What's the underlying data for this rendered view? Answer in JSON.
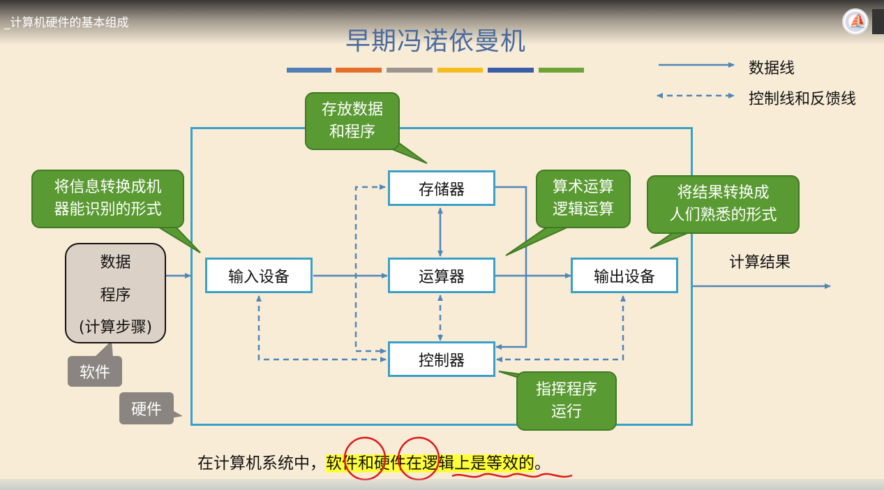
{
  "video_title": "_计算机硬件的基本组成",
  "title": "早期冯诺依曼机",
  "palette": [
    "#4f7fb4",
    "#e56f2a",
    "#9c9490",
    "#f6bb1e",
    "#3a5ca6",
    "#6ea339"
  ],
  "legend": {
    "data_line": "数据线",
    "control_line": "控制线和反馈线"
  },
  "components": {
    "memory": "存储器",
    "input": "输入设备",
    "alu": "运算器",
    "output": "输出设备",
    "controller": "控制器"
  },
  "callouts": {
    "memory_note": "存放数据\n和程序",
    "input_note": "将信息转换成机\n器能识别的形式",
    "alu_note": "算术运算\n逻辑运算",
    "output_note": "将结果转换成\n人们熟悉的形式",
    "controller_note": "指挥程序\n运行"
  },
  "input_data": {
    "line1": "数据",
    "line2": "程序",
    "line3": "(计算步骤)"
  },
  "labels": {
    "software": "软件",
    "hardware": "硬件",
    "result": "计算结果"
  },
  "caption": {
    "prefix": "在计算机系统中，",
    "software": "软件",
    "and": "和",
    "hardware": "硬件",
    "suffix": "在逻辑上是等效的",
    "end": "。"
  },
  "colors": {
    "box_border": "#3aa0c7",
    "arrow": "#4f86b8",
    "callout_green": "#5a9a32",
    "highlight": "#ffff3a",
    "annotation_red": "#e01818"
  }
}
